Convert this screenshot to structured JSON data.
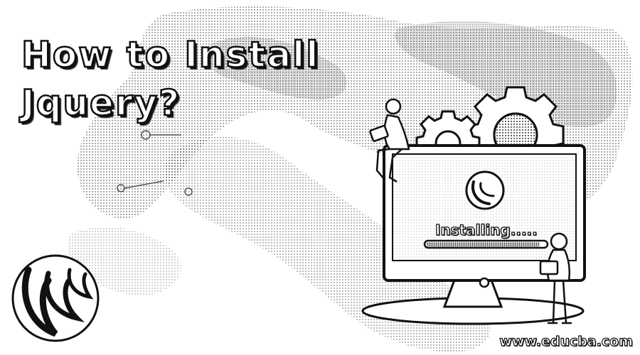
{
  "banner": {
    "title_line1": "How to Install",
    "title_line2": "Jquery?",
    "progress_label": "Installing.....",
    "progress_value": 0.95,
    "website": "www.educba.com"
  },
  "icons": [
    "jquery-logo-icon",
    "gear-icon",
    "monitor-icon",
    "person-icon"
  ],
  "colors": {
    "ink": "#111111",
    "paper": "#ffffff",
    "halftone": "#8a8a8a"
  }
}
